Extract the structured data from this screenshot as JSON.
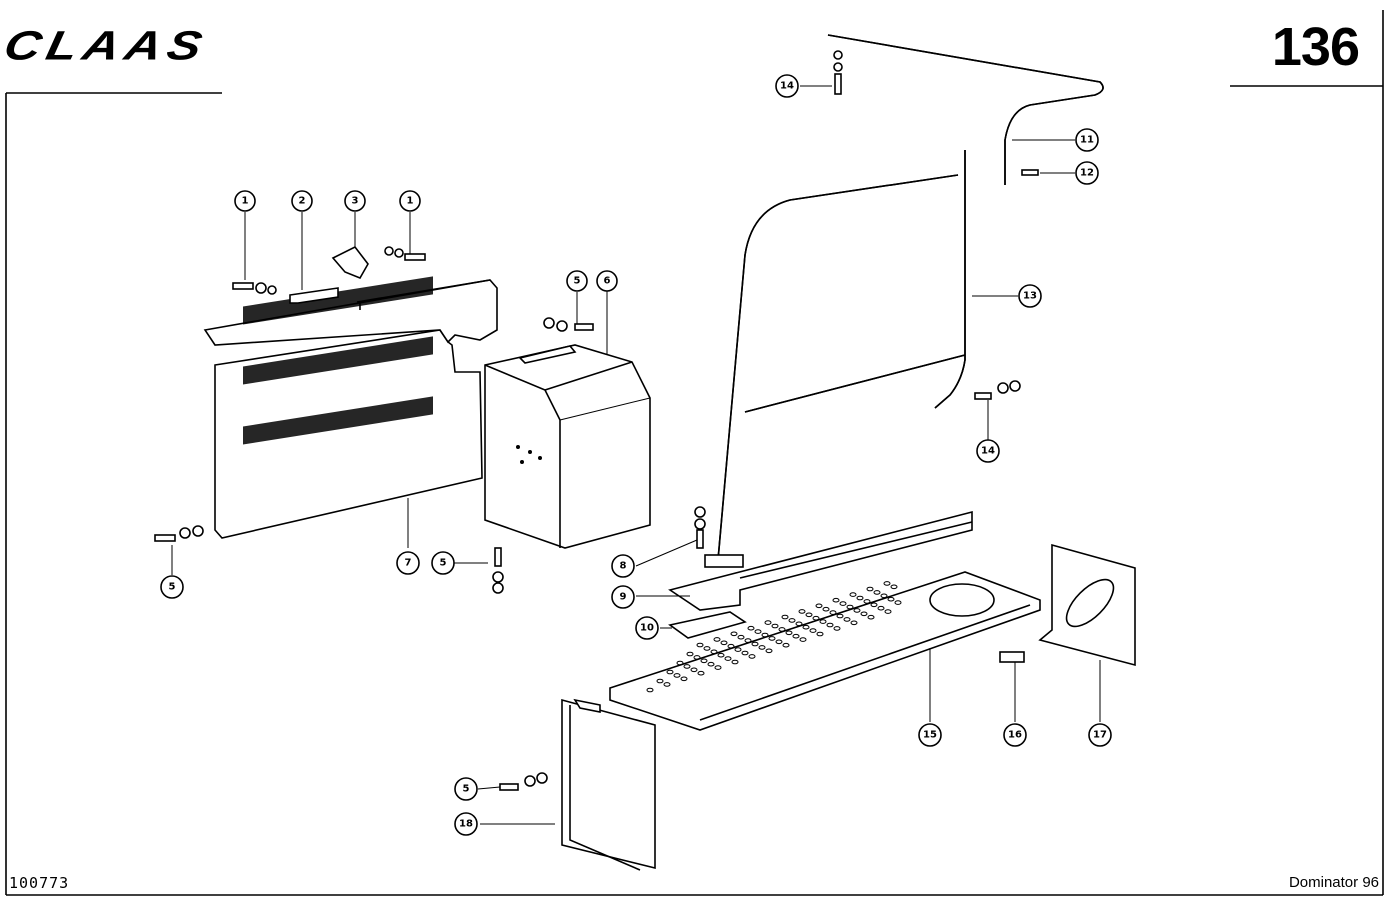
{
  "header": {
    "brand": "CLAAS",
    "page_number": "136"
  },
  "footer": {
    "document_number": "100773",
    "model": "Dominator 96"
  },
  "callouts": [
    "1",
    "2",
    "3",
    "1",
    "5",
    "6",
    "14",
    "11",
    "12",
    "13",
    "14",
    "7",
    "5",
    "5",
    "8",
    "9",
    "10",
    "15",
    "16",
    "17",
    "5",
    "18"
  ]
}
